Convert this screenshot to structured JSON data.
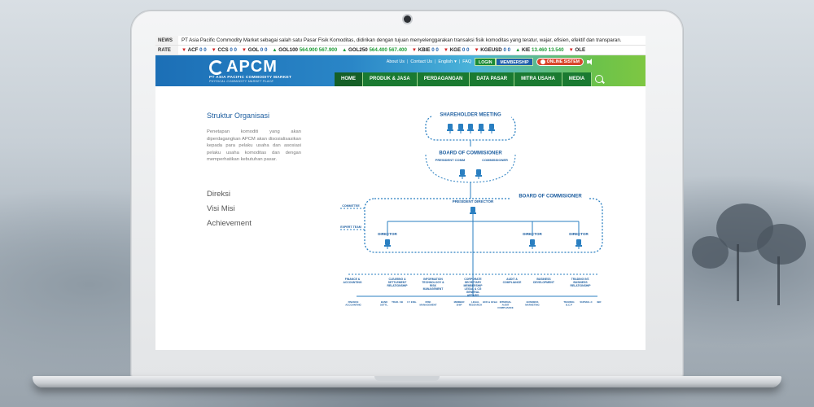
{
  "ticker": {
    "news_tag": "NEWS",
    "news_text": "PT Asia Pacific Commodity Market sebagai salah satu Pasar Fisik Komoditas, didirikan dengan tujuan menyelenggarakan transaksi fisik komoditas yang teratur, wajar, efisien, efektif dan transparan.",
    "rate_tag": "RATE",
    "rates": [
      {
        "dir": "down",
        "code": "ACF",
        "a": "0",
        "b": "0"
      },
      {
        "dir": "down",
        "code": "CCS",
        "a": "0",
        "b": "0"
      },
      {
        "dir": "down",
        "code": "GOL",
        "a": "0",
        "b": "0"
      },
      {
        "dir": "up",
        "code": "GOL100",
        "a": "564.900",
        "b": "567.900"
      },
      {
        "dir": "up",
        "code": "GOL250",
        "a": "564.400",
        "b": "567.400"
      },
      {
        "dir": "down",
        "code": "KBIE",
        "a": "0",
        "b": "0"
      },
      {
        "dir": "down",
        "code": "KGE",
        "a": "0",
        "b": "0"
      },
      {
        "dir": "down",
        "code": "KGEUSD",
        "a": "0",
        "b": "0"
      },
      {
        "dir": "up",
        "code": "KIE",
        "a": "13.460",
        "b": "13.540"
      },
      {
        "dir": "down",
        "code": "OLE",
        "a": "",
        "b": ""
      }
    ],
    "colors": {
      "down": "#d21f1f",
      "up": "#1c9b35"
    }
  },
  "header": {
    "logo_text": "APCM",
    "logo_sub": "PT ASIA PACIFIC COMMODITY MARKET",
    "logo_sub2": "PHYSICAL COMMODITY MARKET PLACE",
    "links": [
      "About Us",
      "Contact Us",
      "English",
      "FAQ"
    ],
    "login_label": "LOGIN",
    "membership_label": "MEMBERSHIP",
    "online_label": "ONLINE SISTEM",
    "nav": [
      "HOME",
      "PRODUK & JASA",
      "PERDAGANGAN",
      "DATA PASAR",
      "MITRA USAHA",
      "MEDIA"
    ]
  },
  "sidebar": {
    "title": "Struktur Organisasi",
    "description": "Penetapan komoditi yang akan diperdagangkan APCM akan disosialisasikan kepada para pelaku usaha dan asosiasi pelaku usaha komoditas dan dengan memperhatikan kebutuhan pasar.",
    "links": [
      "Direksi",
      "Visi Misi",
      "Achievement"
    ]
  },
  "org": {
    "shareholder": "SHAREHOLDER MEETING",
    "board1": "BOARD OF COMMISIONER",
    "president_comm": "PRESIDENT COMM",
    "commissioner": "COMMISSIONER",
    "board2": "BOARD OF COMMISIONER",
    "president_director": "PRESIDENT DIRECTOR",
    "committee": "COMMITTEE",
    "expert_team": "EXPERT TEAM",
    "director": "DIRECTOR",
    "depts": [
      "FINANCE & ACCOUNTING",
      "CLEARING & SETTLEMENT RELATIONSHIP",
      "INFORMATION TECHNOLOGY & RISK MANAGEMENT",
      "CORPORATE SECRETARY MEMBERSHIP LEGAL & CG GENERAL AFFAIRS",
      "AUDIT & COMPLIANCE",
      "BUSINESS DEVELOPMENT",
      "TRADING INT. BUSINESS RELATIONSHIP"
    ],
    "subs": [
      "FINANCE ACCOUNTING",
      "BANK SETTL.",
      "TRAD. CB",
      "I.T. ENG.",
      "RISK MANAGEMENT",
      "MEMBER SHIP",
      "LEGAL RESEARCH",
      "HCD & GF&A",
      "INTERNAL AUDIT COMPLIANCE",
      "BUSINESS MARKETING",
      "TRADING B.C.P",
      "SURVEIL.C",
      "IBR"
    ]
  }
}
